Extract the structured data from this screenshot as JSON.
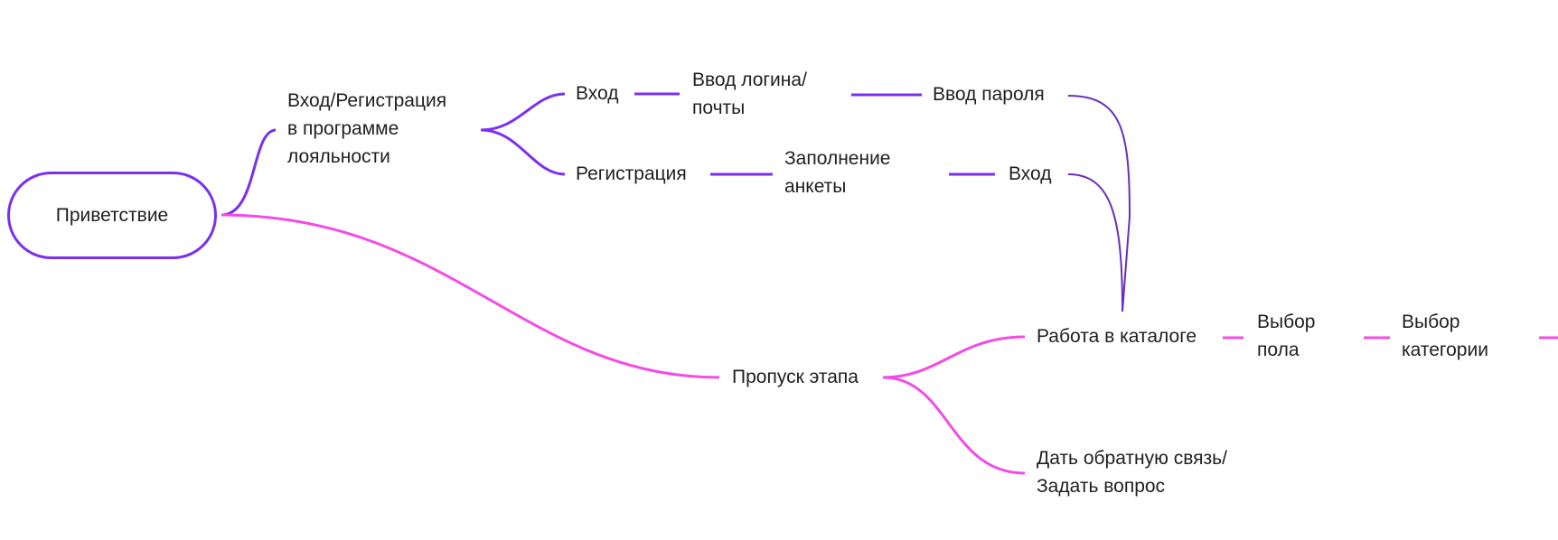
{
  "root": {
    "label": "Приветствие"
  },
  "nodes": {
    "login_register": [
      "Вход/Регистрация",
      "в программе",
      "лояльности"
    ],
    "login": "Вход",
    "enter_login": [
      "Ввод логина/",
      "почты"
    ],
    "enter_password": "Ввод пароля",
    "registration": "Регистрация",
    "fill_form": [
      "Заполнение",
      "анкеты"
    ],
    "login_after_reg": "Вход",
    "skip_step": "Пропуск этапа",
    "catalog": "Работа в каталоге",
    "choose_gender": [
      "Выбор",
      "пола"
    ],
    "choose_category": [
      "Выбор",
      "категории"
    ],
    "feedback": [
      "Дать обратную связь/",
      "Задать вопрос"
    ]
  },
  "colors": {
    "purple_branch": "#7b2ff0",
    "pink_branch": "#f54be6",
    "merge_line": "#6a2fb8",
    "text": "#1f1f1f"
  }
}
